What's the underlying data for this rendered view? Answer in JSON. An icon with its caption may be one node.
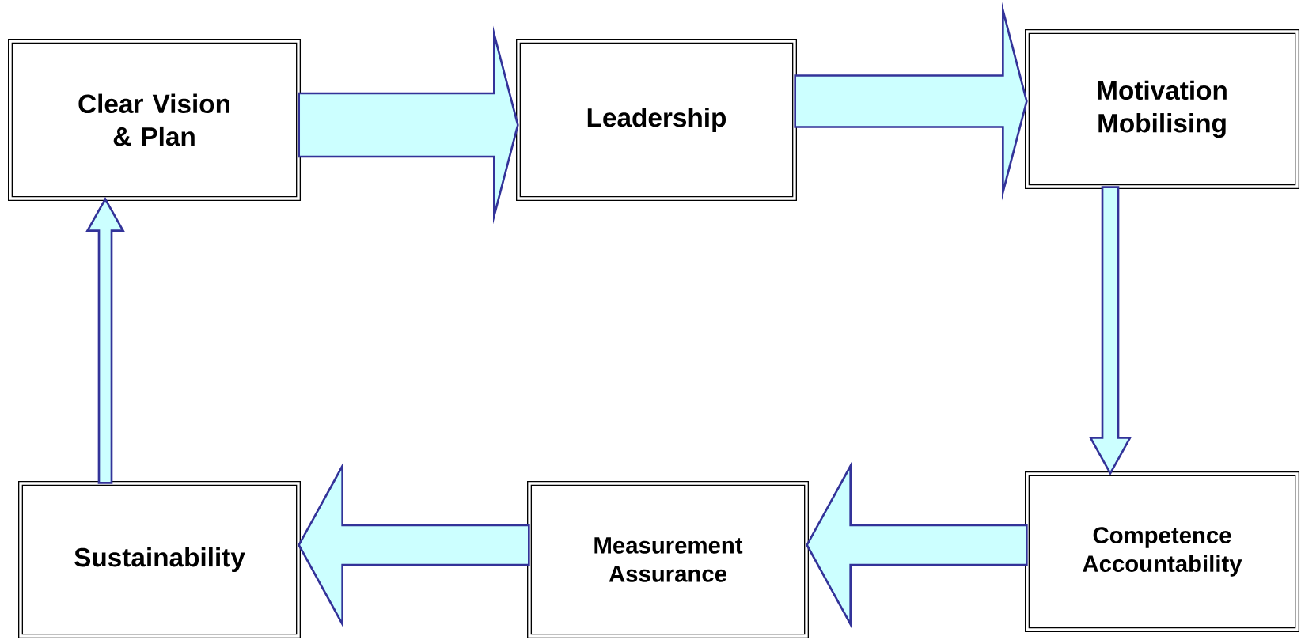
{
  "diagram": {
    "nodes": [
      {
        "text": [
          "Clear Vision & Plan"
        ]
      },
      {
        "text": [
          "Leadership"
        ]
      },
      {
        "text": [
          "Motivation Mobilising"
        ]
      },
      {
        "text": [
          "Competence Accountability"
        ]
      },
      {
        "text": [
          "Measurement Assurance"
        ]
      },
      {
        "text": [
          "Sustainability"
        ]
      }
    ],
    "edges": [
      {
        "from": 0,
        "to": 1,
        "arrow": "to"
      },
      {
        "from": 1,
        "to": 2,
        "arrow": "to"
      },
      {
        "from": 2,
        "to": 3,
        "arrow": "to"
      },
      {
        "from": 3,
        "to": 4,
        "arrow": "to"
      },
      {
        "from": 4,
        "to": 5,
        "arrow": "to"
      },
      {
        "from": 5,
        "to": 0,
        "arrow": "to"
      }
    ]
  }
}
